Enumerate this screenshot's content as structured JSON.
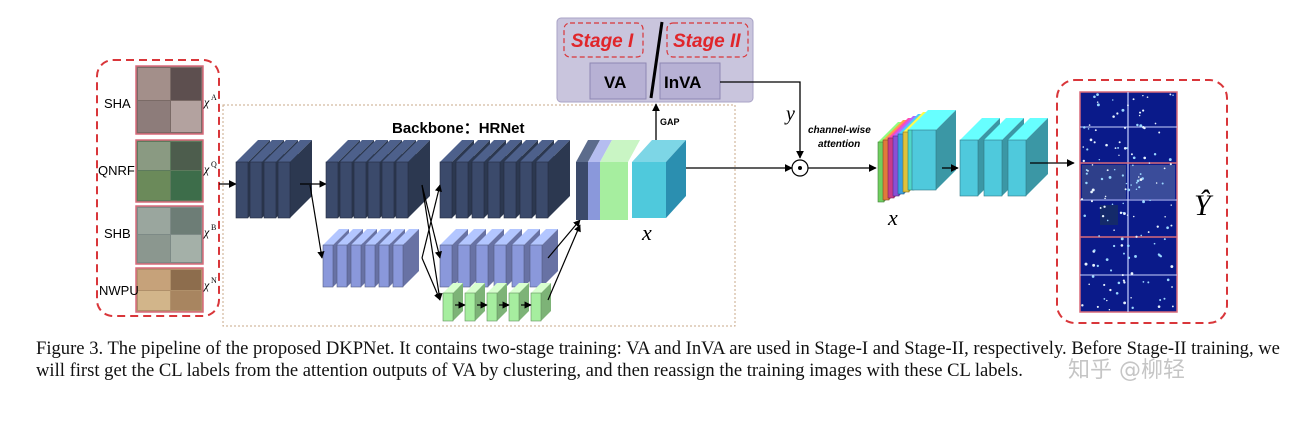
{
  "stage_box": {
    "stage1": "Stage I",
    "stage2": "Stage II",
    "va": "VA",
    "inva": "InVA"
  },
  "backbone": {
    "title": "Backbone：HRNet"
  },
  "datasets": [
    {
      "name": "SHA",
      "symbol": "χ",
      "sup": "A"
    },
    {
      "name": "QNRF",
      "symbol": "χ",
      "sup": "Q"
    },
    {
      "name": "SHB",
      "symbol": "χ",
      "sup": "B"
    },
    {
      "name": "NWPU",
      "symbol": "χ",
      "sup": "N"
    }
  ],
  "labels": {
    "gap": "GAP",
    "y": "y",
    "x_features": "x",
    "x_attended": "x",
    "channel_wise_1": "channel-wise",
    "channel_wise_2": "attention",
    "odot": "⊙",
    "y_hat": "Ŷ"
  },
  "caption": "Figure 3. The pipeline of the proposed DKPNet. It contains two-stage training: VA and InVA are used in Stage-I and Stage-II, respectively. Before Stage-II training, we will first get the CL labels from the attention outputs of VA by clustering, and then reassign the training images with these CL labels.",
  "watermark": "知乎 @柳轻",
  "colors": {
    "dashed_red": "#d9363a",
    "stage_red": "#e0262b",
    "stage_panel": "#c9c5dd",
    "dark_layer": "#3b4a6b",
    "blue_layer": "#8a98db",
    "green_layer": "#a6ee9f",
    "cyan_layer": "#4fc9dc",
    "output_bg": "#0a1a8a"
  }
}
